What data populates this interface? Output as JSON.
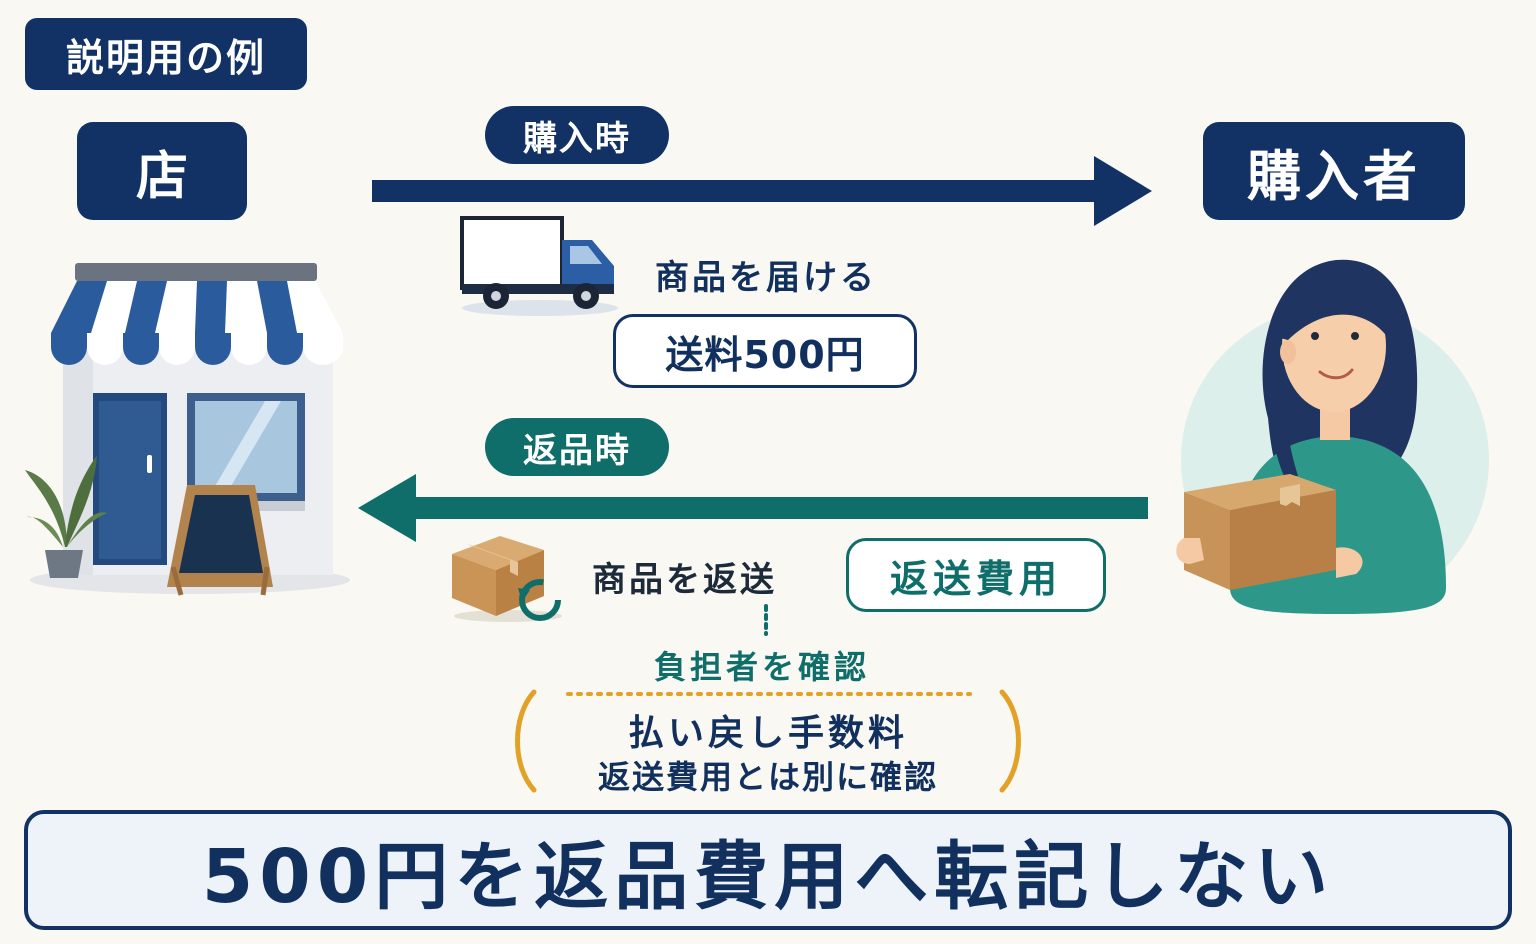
{
  "tag": "説明用の例",
  "store": {
    "label": "店"
  },
  "buyer": {
    "label": "購入者"
  },
  "purchase": {
    "label": "購入時",
    "action": "商品を届ける",
    "fee": "送料500円"
  },
  "return": {
    "label": "返品時",
    "action": "商品を返送",
    "fee": "返送費用",
    "confirm": "負担者を確認"
  },
  "note": {
    "line1": "払い戻し手数料",
    "line2": "返送費用とは別に確認"
  },
  "banner": "500円を返品費用へ転記しない",
  "colors": {
    "navy": "#123266",
    "teal": "#0f6e6a",
    "orange": "#e2a227"
  }
}
